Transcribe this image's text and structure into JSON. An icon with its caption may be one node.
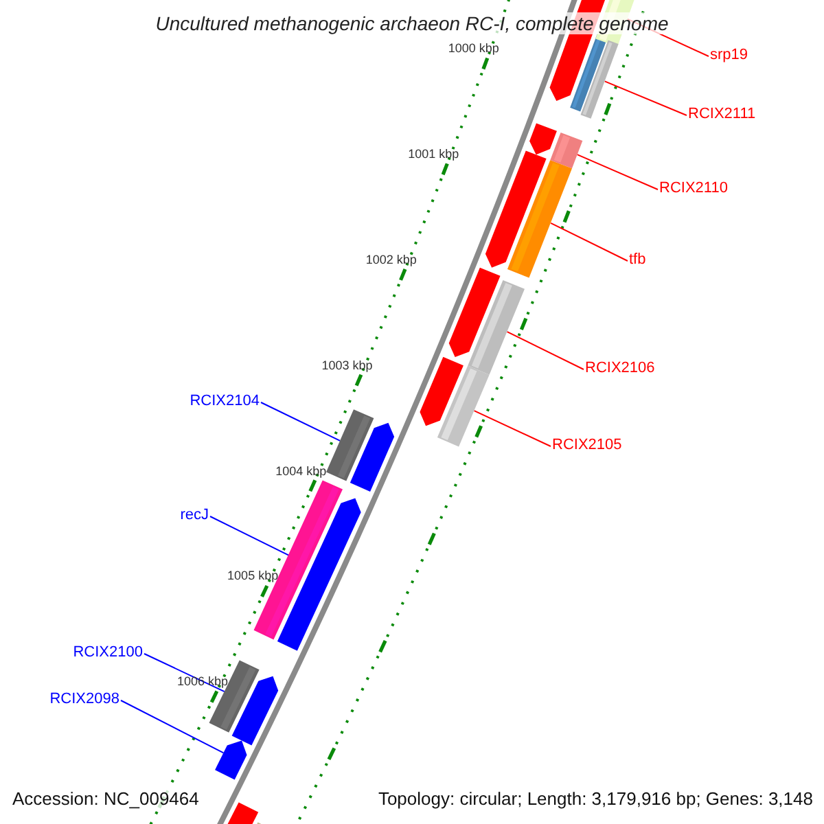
{
  "diagram": {
    "title": "Uncultured methanogenic archaeon RC-I, complete genome",
    "nodes": [
      {
        "text": [
          "srp19"
        ]
      },
      {
        "text": [],
        "shape": "bar"
      },
      {
        "text": [
          "RCIX2111"
        ]
      },
      {
        "text": [],
        "shape": "bar"
      },
      {
        "text": [
          "RCIX2110"
        ]
      },
      {
        "text": [],
        "shape": "bar"
      },
      {
        "text": [
          "tfb"
        ]
      },
      {
        "text": [],
        "shape": "bar"
      },
      {
        "text": [
          "RCIX2106"
        ]
      },
      {
        "text": [],
        "shape": "bar"
      },
      {
        "text": [
          "RCIX2105"
        ]
      },
      {
        "text": [],
        "shape": "bar"
      },
      {
        "text": [
          "RCIX2104"
        ]
      },
      {
        "text": [],
        "shape": "bar"
      },
      {
        "text": [
          "recJ"
        ]
      },
      {
        "text": [],
        "shape": "bar"
      },
      {
        "text": [
          "RCIX2100"
        ]
      },
      {
        "text": [],
        "shape": "bar"
      },
      {
        "text": [
          "RCIX2098"
        ]
      },
      {
        "text": [],
        "shape": "bar"
      }
    ],
    "edges": [
      {
        "from": 0,
        "to": 1,
        "arrow": "none"
      },
      {
        "from": 2,
        "to": 3,
        "arrow": "none"
      },
      {
        "from": 4,
        "to": 5,
        "arrow": "none"
      },
      {
        "from": 6,
        "to": 7,
        "arrow": "none"
      },
      {
        "from": 8,
        "to": 9,
        "arrow": "none"
      },
      {
        "from": 10,
        "to": 11,
        "arrow": "none"
      },
      {
        "from": 12,
        "to": 13,
        "arrow": "none",
        "color": "#0000ff"
      },
      {
        "from": 14,
        "to": 15,
        "arrow": "none",
        "color": "#0000ff"
      },
      {
        "from": 16,
        "to": 17,
        "arrow": "none",
        "color": "#0000ff"
      },
      {
        "from": 18,
        "to": 19,
        "arrow": "none",
        "color": "#0000ff"
      }
    ],
    "labels": [
      "1000 kbp",
      "1001 kbp",
      "1002 kbp",
      "1003 kbp",
      "1004 kbp",
      "1005 kbp",
      "1006 kbp",
      "Accession: NC_009464",
      "Topology: circular; Length: 3,179,916 bp; Genes: 3,148"
    ]
  }
}
